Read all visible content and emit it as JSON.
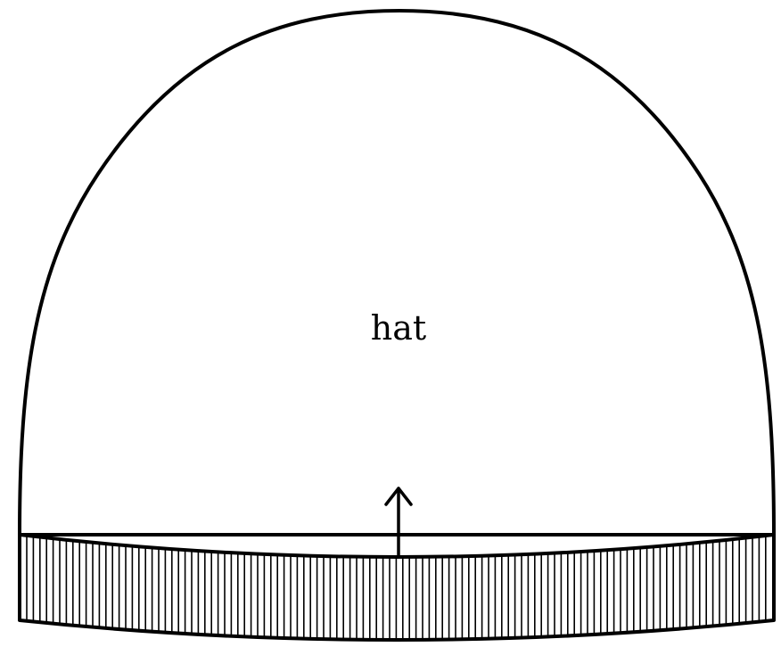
{
  "diagram": {
    "label": "hat",
    "colors": {
      "stroke": "#000000",
      "fill": "#ffffff"
    },
    "shapes": [
      "hat-crown",
      "ribbed-band",
      "direction-arrow"
    ]
  }
}
